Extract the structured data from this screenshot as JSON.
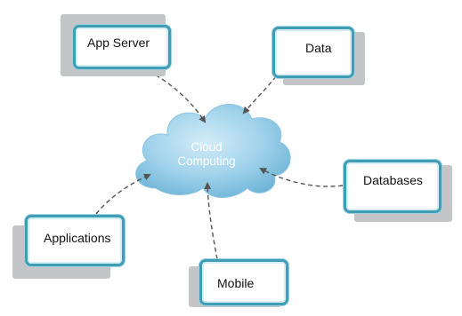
{
  "cloud": {
    "line1": "Cloud",
    "line2": "Computing"
  },
  "nodes": {
    "app_server": "App Server",
    "data": "Data",
    "databases": "Databases",
    "applications": "Applications",
    "mobile": "Mobile"
  },
  "colors": {
    "node_border": "#3f9db6",
    "node_glow": "#9fd2e0",
    "shadow": "#c4c5c7",
    "cloud_light": "#cbe7f3",
    "cloud_dark": "#6fb6d8",
    "arrow": "#555555"
  }
}
